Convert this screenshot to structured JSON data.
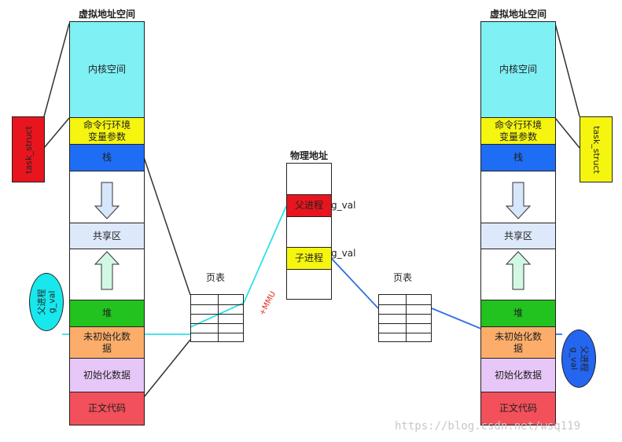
{
  "virtual_space": {
    "title": "虚拟地址空间",
    "segments": [
      {
        "label": "内核空间",
        "color": "#7ff0f4"
      },
      {
        "label": "命令行环境\n变量参数",
        "color": "#f5f50f"
      },
      {
        "label": "栈",
        "color": "#1e6ef5"
      },
      {
        "label": "",
        "color": "#ffffff"
      },
      {
        "label": "共享区",
        "color": "#dde9fb"
      },
      {
        "label": "",
        "color": "#ffffff"
      },
      {
        "label": "堆",
        "color": "#22c31f"
      },
      {
        "label": "未初始化数\n据",
        "color": "#fcad6a"
      },
      {
        "label": "初始化数据",
        "color": "#e7c7f7"
      },
      {
        "label": "正文代码",
        "color": "#f2505a"
      }
    ]
  },
  "left_task_struct": {
    "label": "task_struct",
    "color": "#e8151e"
  },
  "right_task_struct": {
    "label": "task_struct",
    "color": "#f5f50f"
  },
  "left_bubble": {
    "line1": "父进程",
    "line2": "g_val",
    "color": "#17e8ee"
  },
  "right_bubble": {
    "line1": "父进程",
    "line2": "g_val",
    "color": "#2466f0"
  },
  "page_table_label": "页表",
  "physical": {
    "title": "物理地址",
    "parent_block": {
      "label": "父进程",
      "color": "#e8151e"
    },
    "child_block": {
      "label": "子进程",
      "color": "#f5f50f"
    },
    "parent_gval": "g_val",
    "child_gval": "g_val"
  },
  "mmu_label": "+MMU",
  "arrow_colors": {
    "down": "#d6e6fb",
    "up": "#d2f7e5"
  },
  "line_colors": {
    "left": "#30e0e8",
    "right": "#3070e0"
  },
  "watermark": "https://blog.csdn.net/wsq119"
}
